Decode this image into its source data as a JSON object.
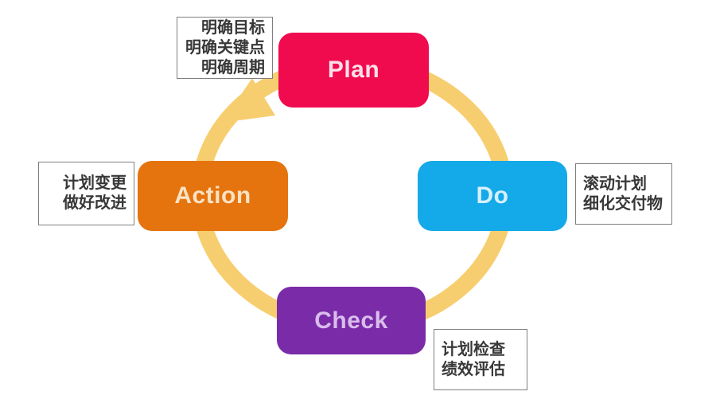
{
  "nodes": {
    "plan": {
      "label": "Plan",
      "color": "#F00A4E"
    },
    "do": {
      "label": "Do",
      "color": "#14A9E8"
    },
    "check": {
      "label": "Check",
      "color": "#7A2BA8"
    },
    "action": {
      "label": "Action",
      "color": "#E5740E"
    }
  },
  "annotations": {
    "plan": {
      "lines": [
        "明确目标",
        "明确关键点",
        "明确周期"
      ]
    },
    "do": {
      "lines": [
        "滚动计划",
        "细化交付物"
      ]
    },
    "check": {
      "lines": [
        "计划检查",
        "绩效评估"
      ]
    },
    "action": {
      "lines": [
        "计划变更",
        "做好改进"
      ]
    }
  },
  "ring": {
    "color": "#F7CE6F"
  }
}
